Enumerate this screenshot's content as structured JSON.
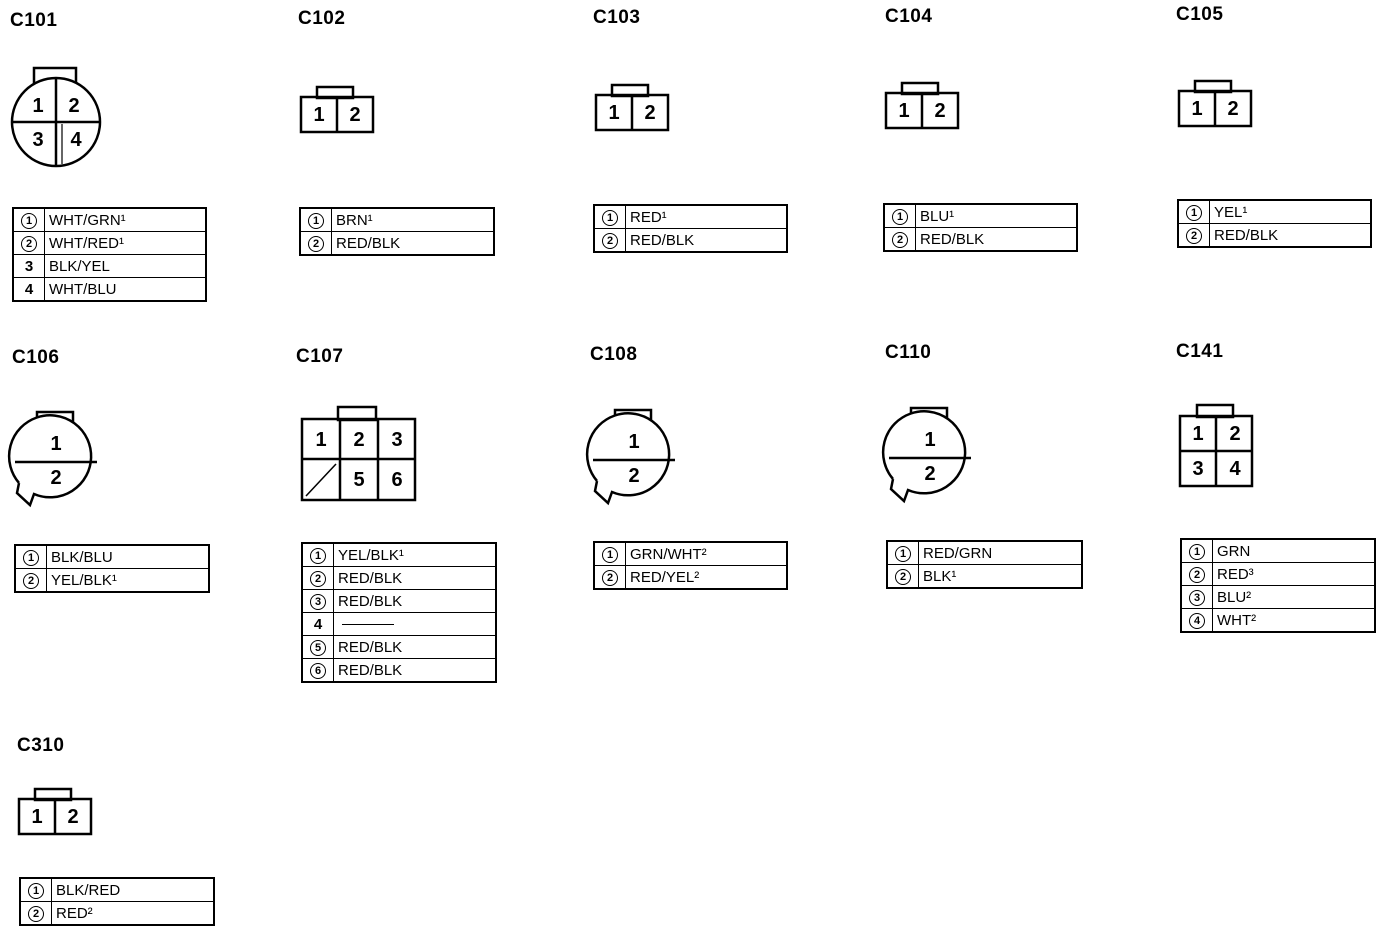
{
  "connectors": [
    {
      "id": "C101",
      "pins": [
        {
          "num": "1",
          "circled": true,
          "wire": "WHT/GRN¹"
        },
        {
          "num": "2",
          "circled": true,
          "wire": "WHT/RED¹"
        },
        {
          "num": "3",
          "circled": false,
          "wire": "BLK/YEL"
        },
        {
          "num": "4",
          "circled": false,
          "wire": "WHT/BLU"
        }
      ]
    },
    {
      "id": "C102",
      "pins": [
        {
          "num": "1",
          "circled": true,
          "wire": "BRN¹"
        },
        {
          "num": "2",
          "circled": true,
          "wire": "RED/BLK"
        }
      ]
    },
    {
      "id": "C103",
      "pins": [
        {
          "num": "1",
          "circled": true,
          "wire": "RED¹"
        },
        {
          "num": "2",
          "circled": true,
          "wire": "RED/BLK"
        }
      ]
    },
    {
      "id": "C104",
      "pins": [
        {
          "num": "1",
          "circled": true,
          "wire": "BLU¹"
        },
        {
          "num": "2",
          "circled": true,
          "wire": "RED/BLK"
        }
      ]
    },
    {
      "id": "C105",
      "pins": [
        {
          "num": "1",
          "circled": true,
          "wire": "YEL¹"
        },
        {
          "num": "2",
          "circled": true,
          "wire": "RED/BLK"
        }
      ]
    },
    {
      "id": "C106",
      "pins": [
        {
          "num": "1",
          "circled": true,
          "wire": "BLK/BLU"
        },
        {
          "num": "2",
          "circled": true,
          "wire": "YEL/BLK¹"
        }
      ]
    },
    {
      "id": "C107",
      "pins": [
        {
          "num": "1",
          "circled": true,
          "wire": "YEL/BLK¹"
        },
        {
          "num": "2",
          "circled": true,
          "wire": "RED/BLK"
        },
        {
          "num": "3",
          "circled": true,
          "wire": "RED/BLK"
        },
        {
          "num": "4",
          "circled": false,
          "wire": ""
        },
        {
          "num": "5",
          "circled": true,
          "wire": "RED/BLK"
        },
        {
          "num": "6",
          "circled": true,
          "wire": "RED/BLK"
        }
      ]
    },
    {
      "id": "C108",
      "pins": [
        {
          "num": "1",
          "circled": true,
          "wire": "GRN/WHT²"
        },
        {
          "num": "2",
          "circled": true,
          "wire": "RED/YEL²"
        }
      ]
    },
    {
      "id": "C110",
      "pins": [
        {
          "num": "1",
          "circled": true,
          "wire": "RED/GRN"
        },
        {
          "num": "2",
          "circled": true,
          "wire": "BLK¹"
        }
      ]
    },
    {
      "id": "C141",
      "pins": [
        {
          "num": "1",
          "circled": true,
          "wire": "GRN"
        },
        {
          "num": "2",
          "circled": true,
          "wire": "RED³"
        },
        {
          "num": "3",
          "circled": true,
          "wire": "BLU²"
        },
        {
          "num": "4",
          "circled": true,
          "wire": "WHT²"
        }
      ]
    },
    {
      "id": "C310",
      "pins": [
        {
          "num": "1",
          "circled": true,
          "wire": "BLK/RED"
        },
        {
          "num": "2",
          "circled": true,
          "wire": "RED²"
        }
      ]
    }
  ],
  "faces": {
    "C101": "round4",
    "C102": "rect2",
    "C103": "rect2",
    "C104": "rect2",
    "C105": "rect2",
    "C106": "round2",
    "C107": "rect6",
    "C108": "round2",
    "C110": "round2",
    "C141": "square4",
    "C310": "rect2"
  },
  "colors": {
    "ink": "#000000",
    "paper": "#ffffff"
  }
}
